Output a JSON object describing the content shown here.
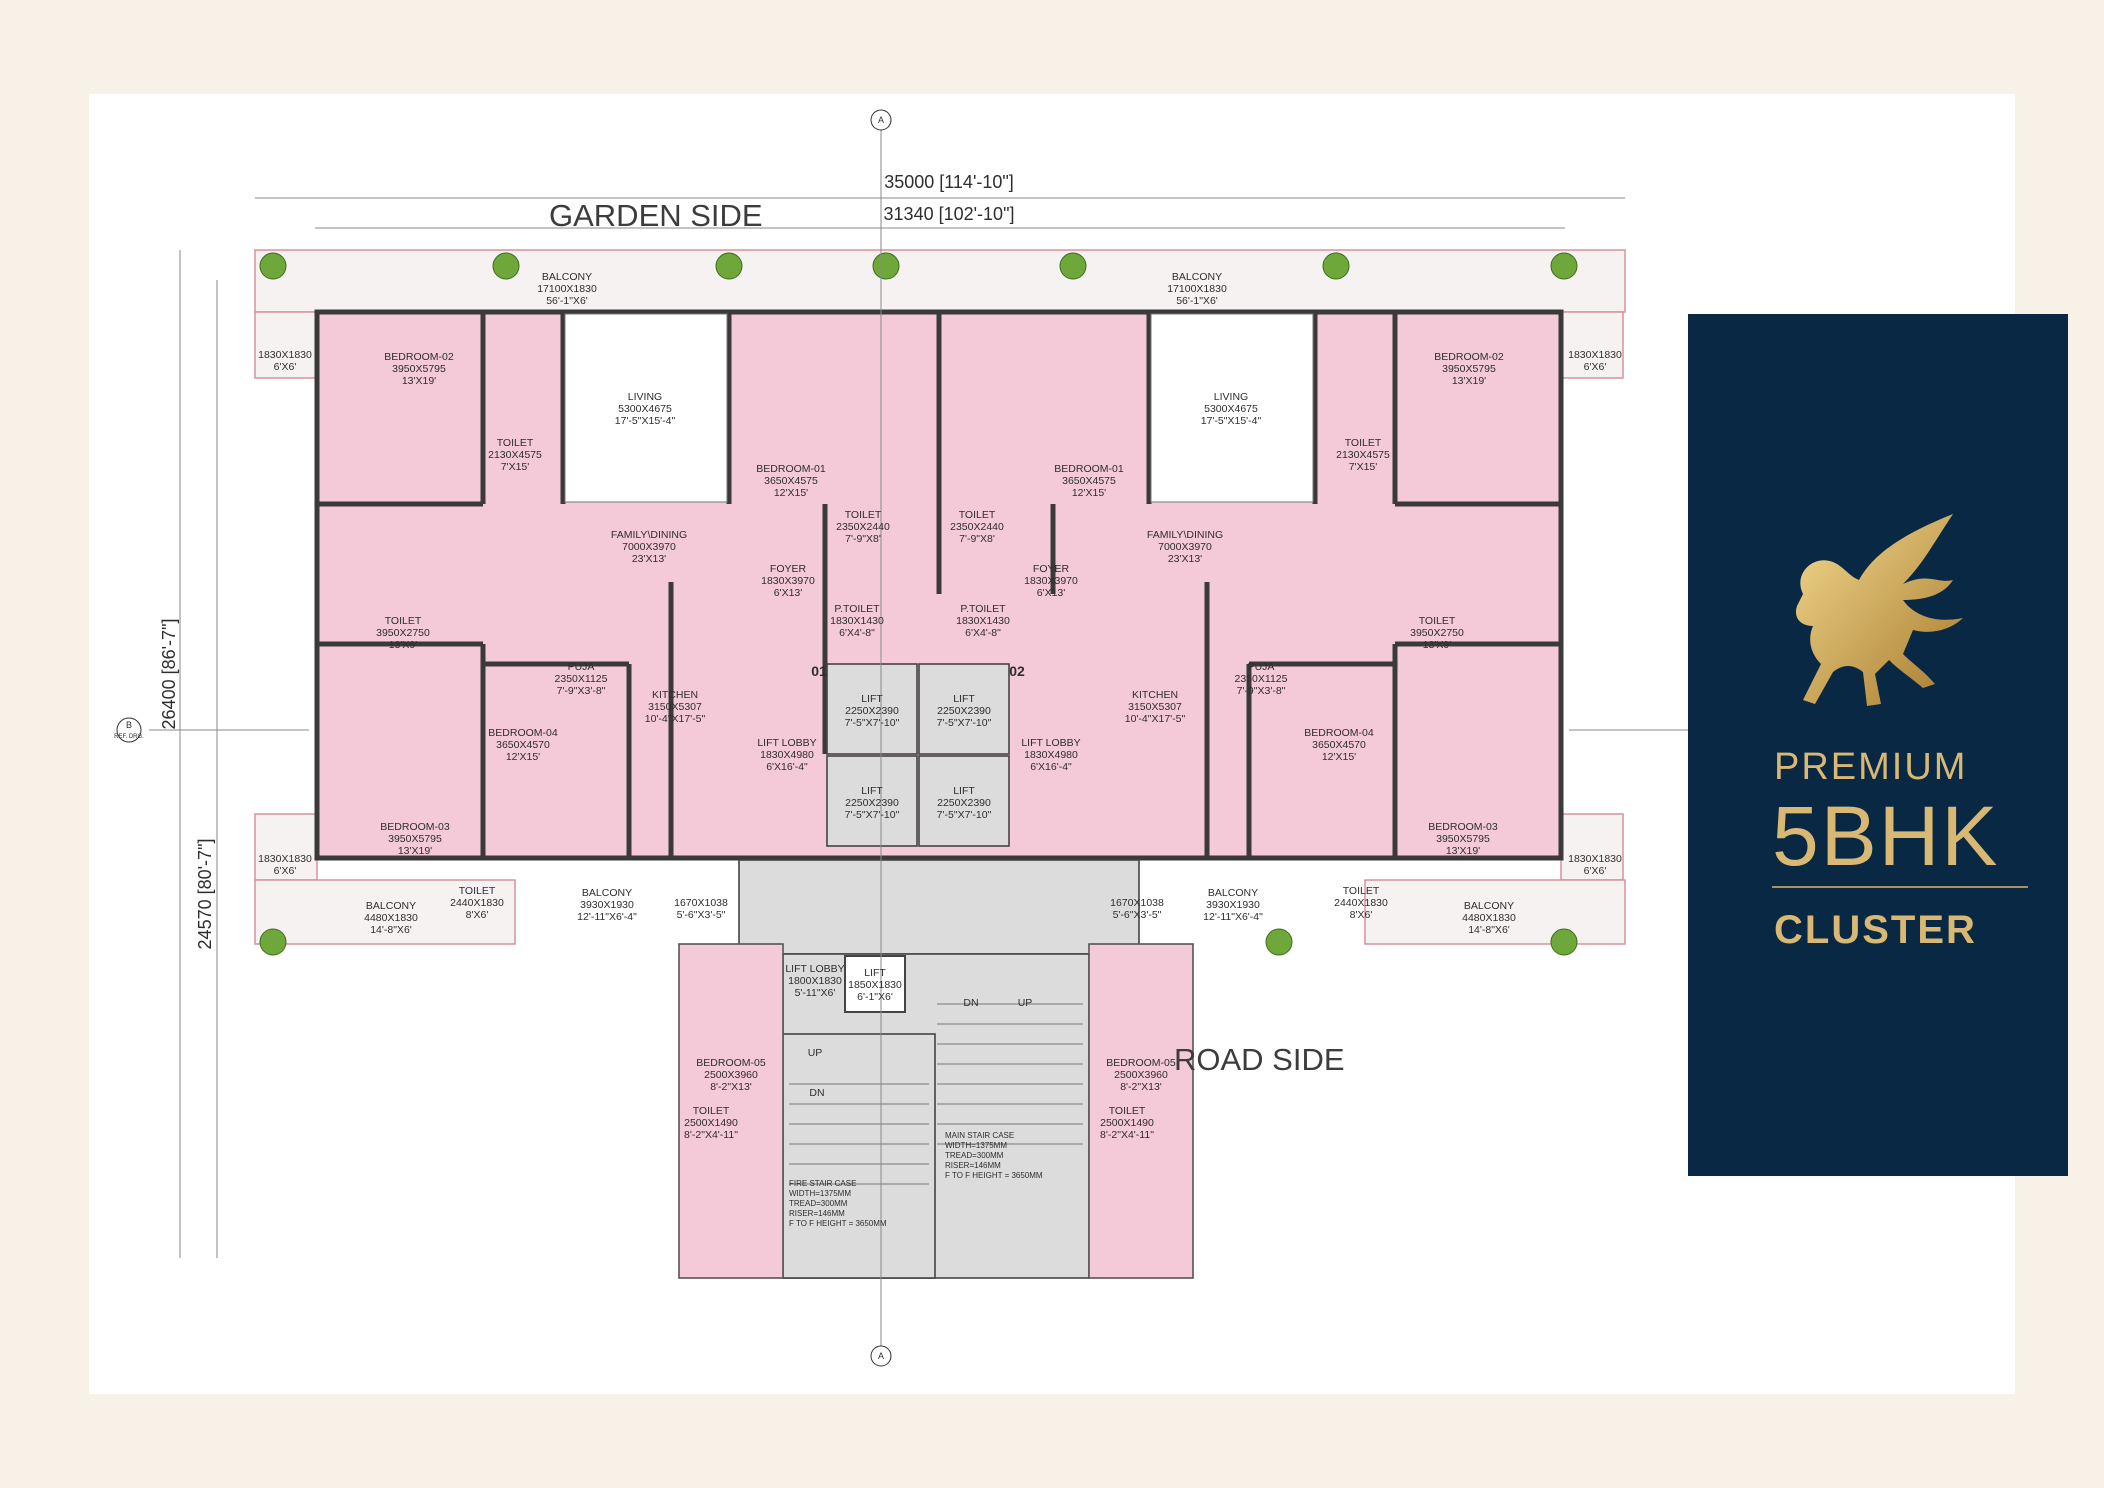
{
  "plan": {
    "garden_side": "GARDEN SIDE",
    "road_side": "ROAD SIDE",
    "dim_top_overall": "35000 [114'-10\"]",
    "dim_top_inner": "31340 [102'-10\"]",
    "dim_left_overall": "26400 [86'-7\"]",
    "dim_left_inner": "24570 [80'-7\"]",
    "section_a": "A",
    "section_b": "B",
    "ref_drg": "REF. DRG.",
    "flat_01": "01",
    "flat_02": "02",
    "rooms": {
      "balcony_top": [
        "BALCONY",
        "17100X1830",
        "56'-1\"X6'"
      ],
      "living": [
        "LIVING",
        "5300X4675",
        "17'-5\"X15'-4\""
      ],
      "bedroom02": [
        "BEDROOM-02",
        "3950X5795",
        "13'X19'"
      ],
      "toilet_b2": [
        "TOILET",
        "2130X4575",
        "7'X15'"
      ],
      "bedroom01": [
        "BEDROOM-01",
        "3650X4575",
        "12'X15'"
      ],
      "toilet_b1": [
        "TOILET",
        "2350X2440",
        "7'-9\"X8'"
      ],
      "ptoilet": [
        "P.TOILET",
        "1830X1430",
        "6'X4'-8\""
      ],
      "family": [
        "FAMILY\\DINING",
        "7000X3970",
        "23'X13'"
      ],
      "foyer": [
        "FOYER",
        "1830X3970",
        "6'X13'"
      ],
      "toilet_mid": [
        "TOILET",
        "3950X2750",
        "13'X9'"
      ],
      "puja": [
        "PUJA",
        "2350X1125",
        "7'-9\"X3'-8\""
      ],
      "kitchen": [
        "KITCHEN",
        "3150X5307",
        "10'-4\"X17'-5\""
      ],
      "lift_lobby": [
        "LIFT LOBBY",
        "1830X4980",
        "6'X16'-4\""
      ],
      "lift": [
        "LIFT",
        "2250X2390",
        "7'-5\"X7'-10\""
      ],
      "bedroom04": [
        "BEDROOM-04",
        "3650X4570",
        "12'X15'"
      ],
      "bedroom03": [
        "BEDROOM-03",
        "3950X5795",
        "13'X19'"
      ],
      "bal_small": [
        "1830X1830",
        "6'X6'"
      ],
      "balcony_br3": [
        "BALCONY",
        "4480X1830",
        "14'-8\"X6'"
      ],
      "toilet_br3": [
        "TOILET",
        "2440X1830",
        "8'X6'"
      ],
      "balcony_br4": [
        "BALCONY",
        "3930X1930",
        "12'-11\"X6'-4\""
      ],
      "utility": [
        "1670X1038",
        "5'-6\"X3'-5\""
      ],
      "lift_lobby2": [
        "LIFT LOBBY",
        "1800X1830",
        "5'-11\"X6'"
      ],
      "lift2": [
        "LIFT",
        "1850X1830",
        "6'-1\"X6'"
      ],
      "bedroom05": [
        "BEDROOM-05",
        "2500X3960",
        "8'-2\"X13'"
      ],
      "toilet_b5": [
        "TOILET",
        "2500X1490",
        "8'-2\"X4'-11\""
      ],
      "fire_stair": [
        "FIRE STAIR CASE",
        "WIDTH=1375MM",
        "TREAD=300MM",
        "RISER=146MM",
        "F TO F HEIGHT = 3650MM"
      ],
      "main_stair": [
        "MAIN STAIR CASE",
        "WIDTH=1375MM",
        "TREAD=300MM",
        "RISER=146MM",
        "F TO F HEIGHT = 3650MM"
      ],
      "up": "UP",
      "dn": "DN"
    }
  },
  "panel": {
    "line1": "PREMIUM",
    "line2": "5BHK",
    "line3": "CLUSTER",
    "bg_color": "#082844",
    "gold_color": "#d9b873",
    "logo_icon": "winged-horse-logo"
  }
}
